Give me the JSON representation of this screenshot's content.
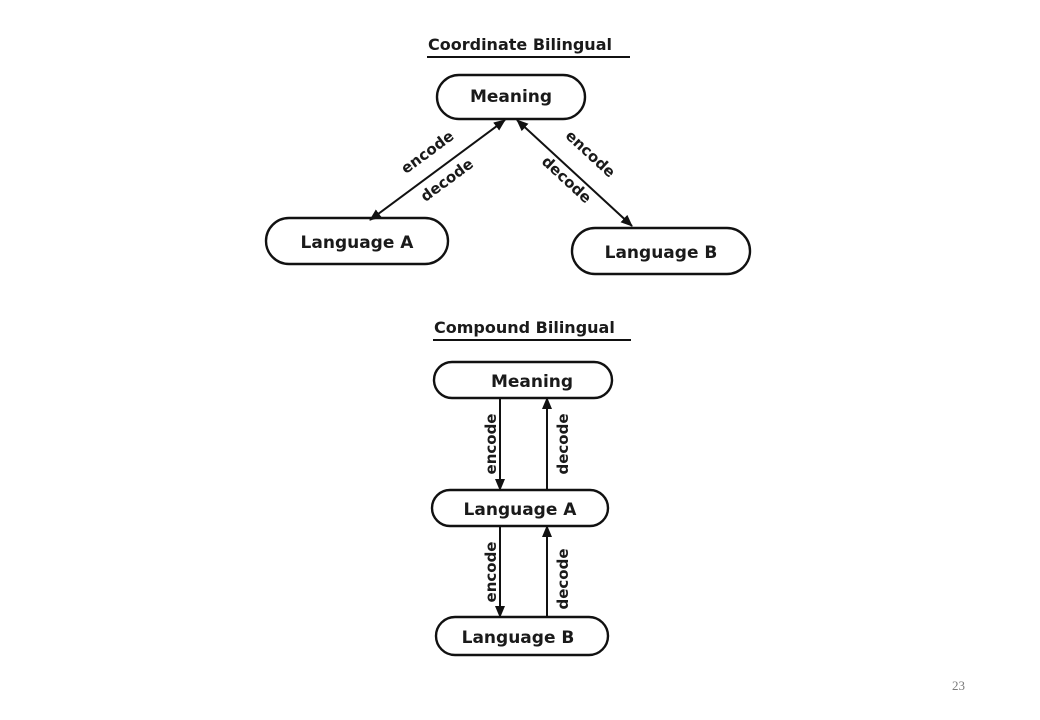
{
  "coordinate": {
    "title": "Coordinate Bilingual",
    "nodes": {
      "meaning": "Meaning",
      "language_a": "Language A",
      "language_b": "Language B"
    },
    "edges": {
      "left": {
        "top_label": "encode",
        "bottom_label": "decode"
      },
      "right": {
        "top_label": "encode",
        "bottom_label": "decode"
      }
    }
  },
  "compound": {
    "title": "Compound Bilingual",
    "nodes": {
      "meaning": "Meaning",
      "language_a": "Language A",
      "language_b": "Language B"
    },
    "edges": {
      "upper": {
        "down_label": "encode",
        "up_label": "decode"
      },
      "lower": {
        "down_label": "encode",
        "up_label": "decode"
      }
    }
  },
  "page_number": "23",
  "colors": {
    "ink": "#111111",
    "page_number": "#7a7a7a"
  }
}
